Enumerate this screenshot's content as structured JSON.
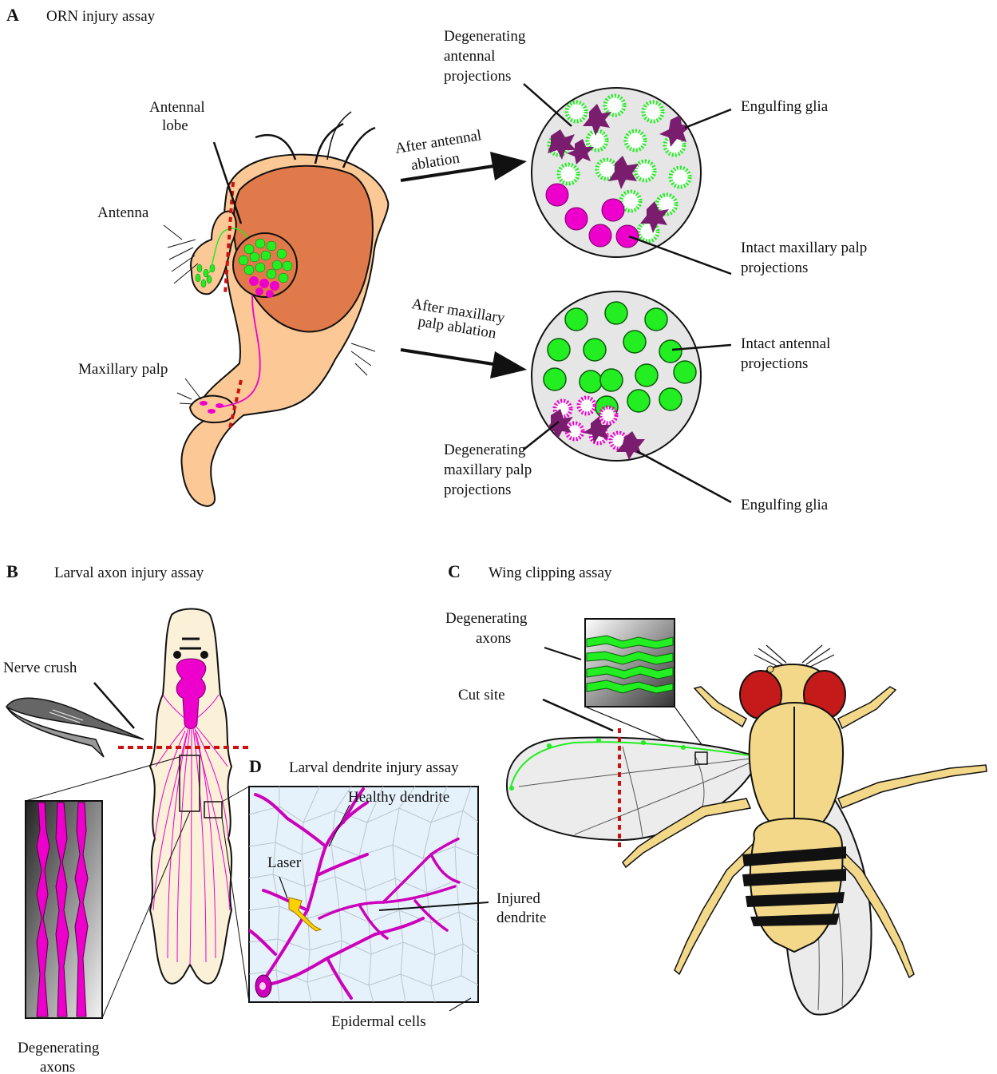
{
  "panels": {
    "a": {
      "letter": "A",
      "title": "ORN injury assay"
    },
    "b": {
      "letter": "B",
      "title": "Larval axon injury assay"
    },
    "c": {
      "letter": "C",
      "title": "Wing clipping assay"
    },
    "d": {
      "letter": "D",
      "title": "Larval dendrite injury assay"
    }
  },
  "labels": {
    "antennal_lobe_1": "Antennal",
    "antennal_lobe_2": "lobe",
    "antenna": "Antenna",
    "maxillary_palp": "Maxillary palp",
    "after_antennal_1": "After antennal",
    "after_antennal_2": "ablation",
    "after_maxillary_1": "After maxillary",
    "after_maxillary_2": "palp ablation",
    "deg_antennal_1": "Degenerating",
    "deg_antennal_2": "antennal",
    "deg_antennal_3": "projections",
    "engulfing_glia_top": "Engulfing glia",
    "intact_maxillary_1": "Intact maxillary palp",
    "intact_maxillary_2": "projections",
    "intact_antennal_1": "Intact antennal",
    "intact_antennal_2": "projections",
    "deg_maxillary_1": "Degenerating",
    "deg_maxillary_2": "maxillary palp",
    "deg_maxillary_3": "projections",
    "engulfing_glia_bottom": "Engulfing glia",
    "nerve_crush": "Nerve crush",
    "deg_axons_b_1": "Degenerating",
    "deg_axons_b_2": "axons",
    "healthy_dendrite": "Healthy dendrite",
    "laser": "Laser",
    "injured_dendrite_1": "Injured",
    "injured_dendrite_2": "dendrite",
    "epidermal_cells": "Epidermal cells",
    "deg_axons_c_1": "Degenerating",
    "deg_axons_c_2": "axons",
    "cut_site": "Cut site"
  },
  "colors": {
    "skin": "#fbc896",
    "eye": "#e07a4a",
    "green": "#22ee22",
    "magenta": "#ee00cc",
    "glia": "#7a1d6e",
    "cut": "#cc1111",
    "circle_bg": "#e6e6e6",
    "larva": "#fbf0d8",
    "dendrite_bg": "#e6f2fb",
    "fly_body": "#f2d888",
    "fly_eye": "#c41a1a"
  }
}
